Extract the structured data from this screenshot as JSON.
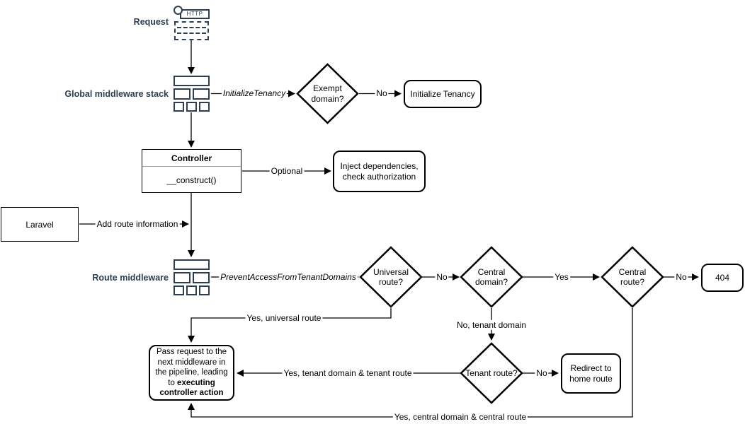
{
  "colors": {
    "accent": "#2d3e50",
    "line": "#000000"
  },
  "nodes": {
    "request": {
      "label": "Request",
      "icon_text": "HTTP"
    },
    "global_stack": {
      "label": "Global middleware stack"
    },
    "exempt_domain": {
      "label": "Exempt domain?"
    },
    "initialize_tenancy": {
      "label": "Initialize Tenancy"
    },
    "controller": {
      "title": "Controller",
      "method": "__construct()"
    },
    "inject": {
      "label": "Inject dependencies, check authorization"
    },
    "laravel": {
      "label": "Laravel"
    },
    "route_middleware": {
      "label": "Route middleware"
    },
    "universal_route": {
      "label": "Universal route?"
    },
    "central_domain": {
      "label": "Central domain?"
    },
    "central_route": {
      "label": "Central route?"
    },
    "not_found": {
      "label": "404"
    },
    "tenant_route": {
      "label": "Tenant route?"
    },
    "redirect_home": {
      "label": "Redirect to home route"
    },
    "pass_request": {
      "text": "Pass request to the next middleware in the pipeline, leading to ",
      "bold": "executing controller action"
    }
  },
  "edges": {
    "initialize_tenancy_mw": "InitializeTenancy",
    "no_exempt": "No",
    "optional": "Optional",
    "add_route_information": "Add route information",
    "prevent_access_mw": "PreventAccessFromTenantDomains",
    "no_universal": "No",
    "yes_central_domain": "Yes",
    "no_central_route": "No",
    "no_tenant_domain": "No, tenant domain",
    "no_tenant_route": "No",
    "yes_universal_route": "Yes, universal route",
    "yes_tenant": "Yes, tenant domain & tenant route",
    "yes_central": "Yes, central domain & central route"
  }
}
